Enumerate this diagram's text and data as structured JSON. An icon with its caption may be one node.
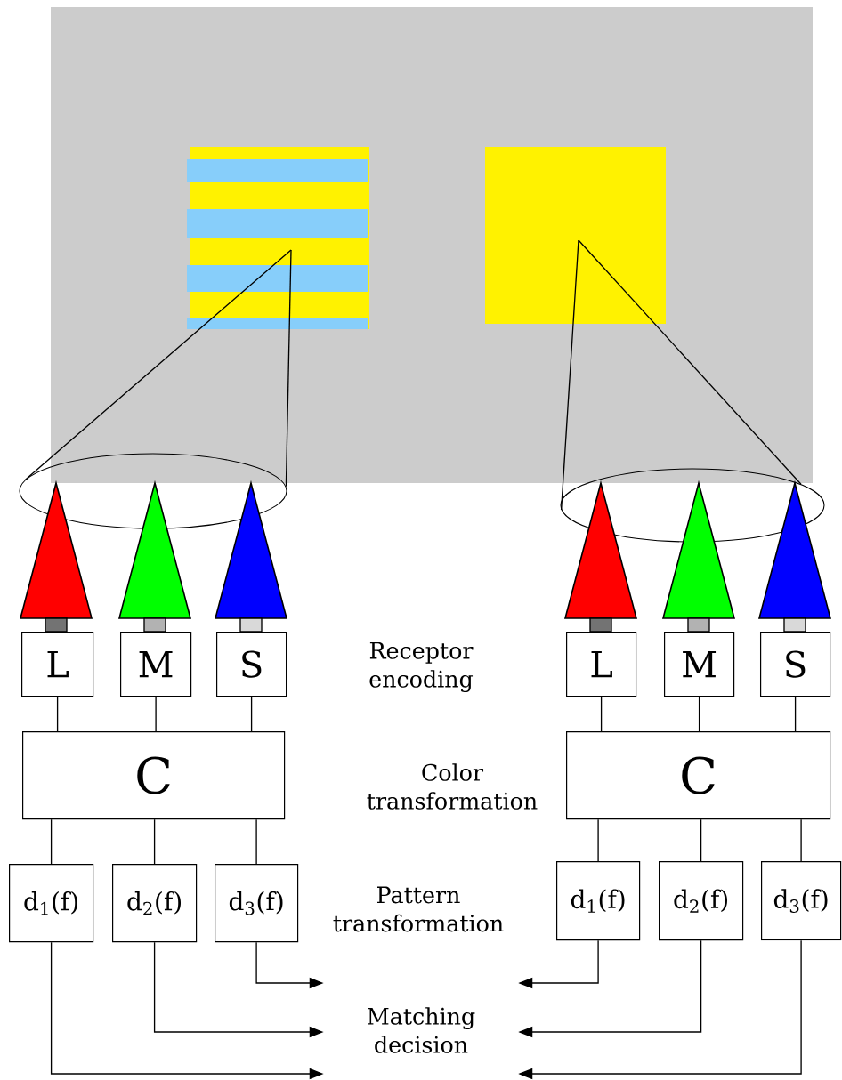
{
  "diagram": {
    "nodes": [
      {
        "text": [],
        "shape": "box"
      },
      {
        "text": [],
        "shape": "box"
      },
      {
        "text": [],
        "shape": "ellipse"
      },
      {
        "text": [],
        "shape": "ellipse"
      },
      {
        "text": [],
        "shape": "triangle"
      },
      {
        "text": [],
        "shape": "triangle"
      },
      {
        "text": [],
        "shape": "triangle"
      },
      {
        "text": [],
        "shape": "triangle"
      },
      {
        "text": [],
        "shape": "triangle"
      },
      {
        "text": [],
        "shape": "triangle"
      },
      {
        "text": [
          "L"
        ]
      },
      {
        "text": [
          "M"
        ]
      },
      {
        "text": [
          "S"
        ]
      },
      {
        "text": [
          "L"
        ]
      },
      {
        "text": [
          "M"
        ]
      },
      {
        "text": [
          "S"
        ]
      },
      {
        "text": [
          "C"
        ]
      },
      {
        "text": [
          "C"
        ]
      },
      {
        "text": [
          "d$_{1}$(f)"
        ]
      },
      {
        "text": [
          "d$_{2}$(f)"
        ]
      },
      {
        "text": [
          "d$_{3}$(f)"
        ]
      },
      {
        "text": [
          "d$_{1}$(f)"
        ]
      },
      {
        "text": [
          "d$_{2}$(f)"
        ]
      },
      {
        "text": [
          "d$_{3}$(f)"
        ]
      },
      {
        "text": [
          "Matching decision"
        ]
      }
    ],
    "edges": [
      {
        "from": 0,
        "to": 2,
        "arrow": "none"
      },
      {
        "from": 0,
        "to": 2,
        "arrow": "none"
      },
      {
        "from": 1,
        "to": 3,
        "arrow": "none"
      },
      {
        "from": 1,
        "to": 3,
        "arrow": "none"
      },
      {
        "from": 10,
        "to": 16,
        "arrow": "none"
      },
      {
        "from": 11,
        "to": 16,
        "arrow": "none"
      },
      {
        "from": 12,
        "to": 16,
        "arrow": "none"
      },
      {
        "from": 13,
        "to": 17,
        "arrow": "none"
      },
      {
        "from": 14,
        "to": 17,
        "arrow": "none"
      },
      {
        "from": 15,
        "to": 17,
        "arrow": "none"
      },
      {
        "from": 16,
        "to": 18,
        "arrow": "none"
      },
      {
        "from": 16,
        "to": 19,
        "arrow": "none"
      },
      {
        "from": 16,
        "to": 20,
        "arrow": "none"
      },
      {
        "from": 17,
        "to": 21,
        "arrow": "none"
      },
      {
        "from": 17,
        "to": 22,
        "arrow": "none"
      },
      {
        "from": 17,
        "to": 23,
        "arrow": "none"
      },
      {
        "from": 20,
        "to": 24,
        "arrow": "to"
      },
      {
        "from": 19,
        "to": 24,
        "arrow": "to"
      },
      {
        "from": 18,
        "to": 24,
        "arrow": "to"
      },
      {
        "from": 21,
        "to": 24,
        "arrow": "to"
      },
      {
        "from": 22,
        "to": 24,
        "arrow": "to"
      },
      {
        "from": 23,
        "to": 24,
        "arrow": "to"
      }
    ],
    "labels": [
      "Receptor encoding",
      "Color transformation",
      "Pattern transformation"
    ]
  }
}
